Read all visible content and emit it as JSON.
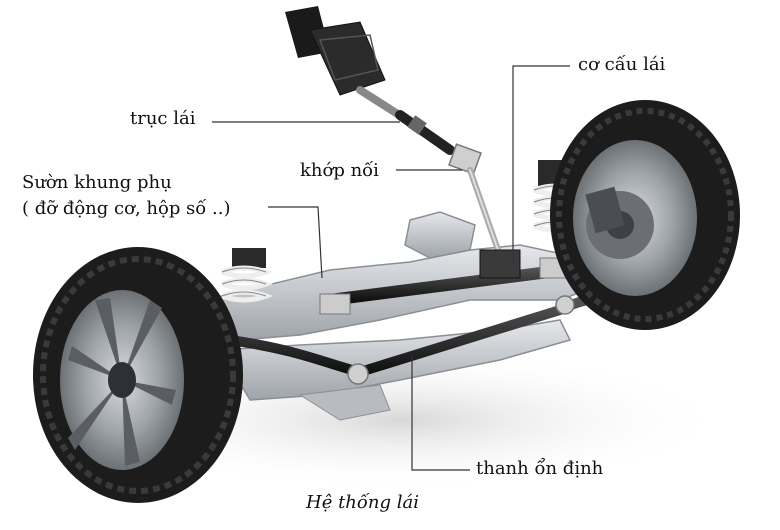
{
  "labels": {
    "truc_lai": "trục lái",
    "co_cau_lai": "cơ cấu lái",
    "khop_noi": "khớp nối",
    "suon_khung_phu_line1": "Sườn khung phụ",
    "suon_khung_phu_line2": "( đỡ động cơ, hộp số ..)",
    "thanh_on_dinh": "thanh ổn định"
  },
  "caption": "Hệ thống lái",
  "colors": {
    "tire": "#1c1c1c",
    "rim": "#8e9399",
    "frame": "#c9ccd1",
    "steel_dark": "#2a2a2a",
    "spring": "#e8e8e8",
    "leader": "#333333"
  }
}
